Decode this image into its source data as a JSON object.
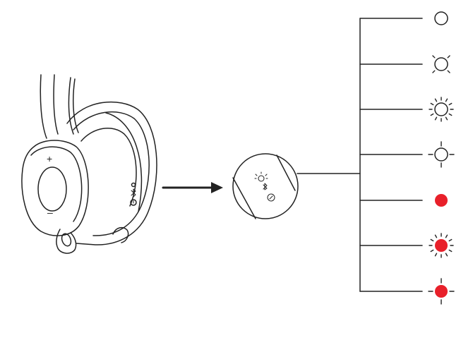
{
  "headset": {
    "plus_label": "+",
    "minus_label": "–"
  },
  "colors": {
    "stroke": "#222222",
    "indicator_red": "#e8202a",
    "background": "#ffffff"
  },
  "led_states": [
    {
      "icon": "led-off-icon",
      "color": "none",
      "rays": "none"
    },
    {
      "icon": "led-white-pulse-icon",
      "color": "none",
      "rays": "short"
    },
    {
      "icon": "led-white-flash-icon",
      "color": "none",
      "rays": "full"
    },
    {
      "icon": "led-white-blink-icon",
      "color": "none",
      "rays": "sparse"
    },
    {
      "icon": "led-red-solid-icon",
      "color": "#e8202a",
      "rays": "none"
    },
    {
      "icon": "led-red-flash-icon",
      "color": "#e8202a",
      "rays": "full"
    },
    {
      "icon": "led-red-blink-icon",
      "color": "#e8202a",
      "rays": "sparse"
    }
  ]
}
